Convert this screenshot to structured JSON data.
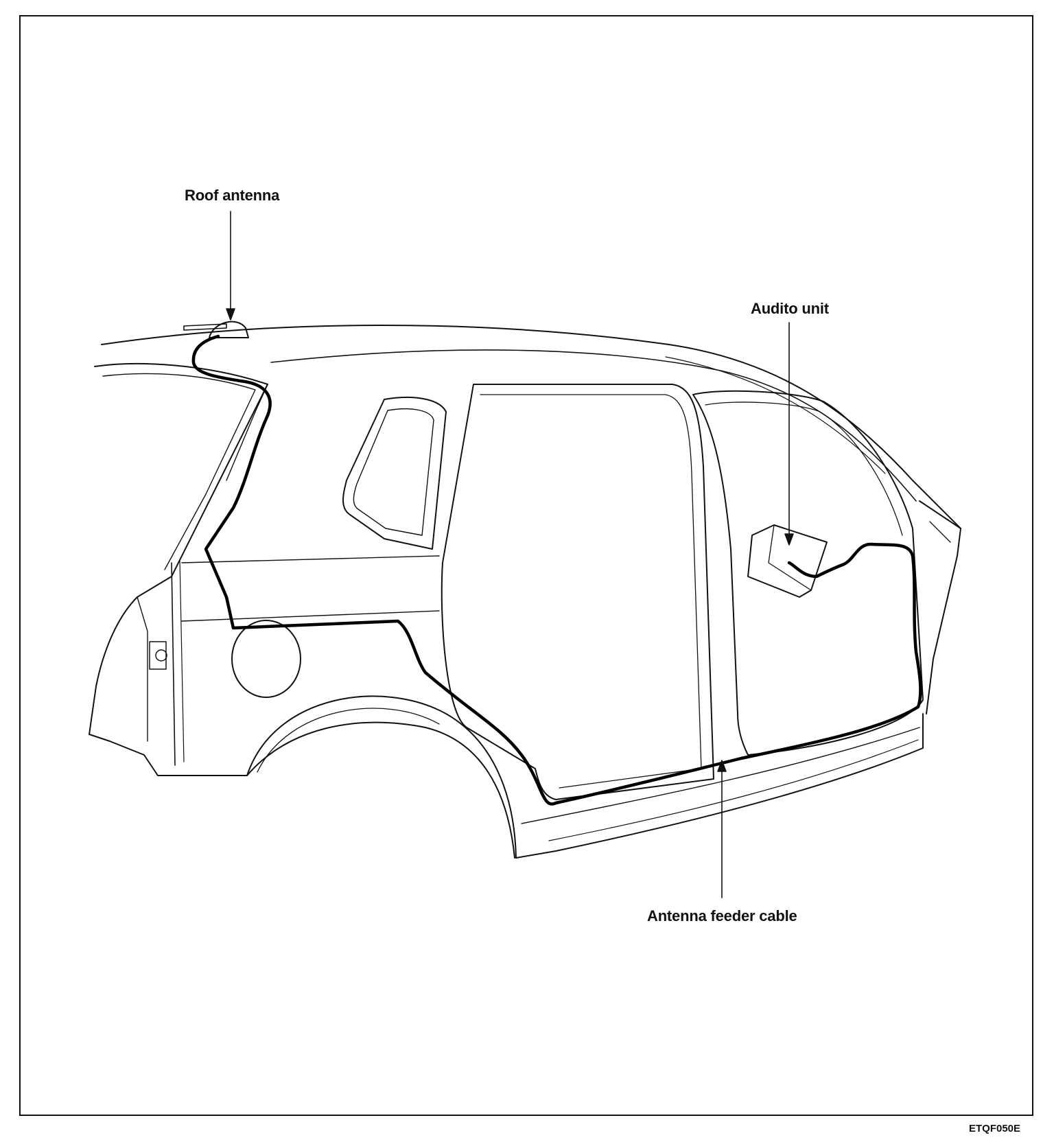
{
  "labels": {
    "roof_antenna": "Roof antenna",
    "audio_unit": "Audito unit",
    "feeder_cable": "Antenna feeder cable"
  },
  "figure_code": "ETQF050E",
  "colors": {
    "line": "#111111",
    "cable": "#000000",
    "paper": "#ffffff"
  }
}
